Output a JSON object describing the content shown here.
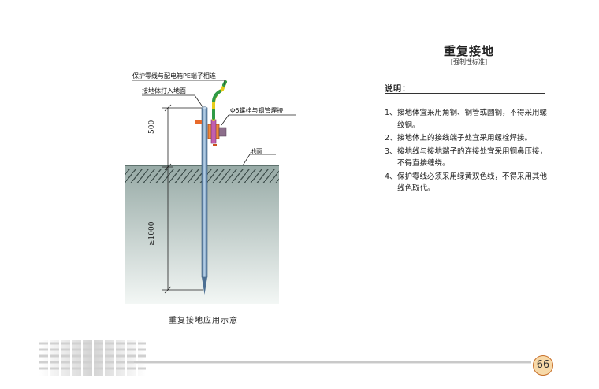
{
  "title": "重复接地",
  "subtitle": "[强制性标准]",
  "notes": {
    "heading": "说明：",
    "items": [
      {
        "num": "1、",
        "text": "接地体宜采用角钢、钢管或圆钢，不得采用螺纹钢。"
      },
      {
        "num": "2、",
        "text": "接地体上的接线端子处宜采用螺栓焊接。"
      },
      {
        "num": "3、",
        "text": "接地线与接地端子的连接处宜采用铜鼻压接，不得直接缠绕。"
      },
      {
        "num": "4、",
        "text": "保护零线必须采用绿黄双色线，不得采用其他线色取代。"
      }
    ]
  },
  "diagram": {
    "labels": {
      "pe_connect": "保护零线与配电箱PE端子相连",
      "rod_into_ground": "接地体打入地面",
      "bolt_weld": "Φ6螺栓与钢管焊接",
      "ground": "地面",
      "dim_above": "500",
      "dim_below": "≥1000"
    },
    "caption": "重复接地应用示意"
  },
  "page_number": "66",
  "colors": {
    "soil_top": "#97aaa6",
    "soil_bottom": "#f3f7f5",
    "rod": "#7fa2c4",
    "wire_yellow": "#e6cc1a",
    "wire_green": "#2f9a46",
    "clamp_orange": "#e86a2a",
    "clamp_purple": "#b15aa8",
    "page_badge": "#f7d9a8"
  }
}
